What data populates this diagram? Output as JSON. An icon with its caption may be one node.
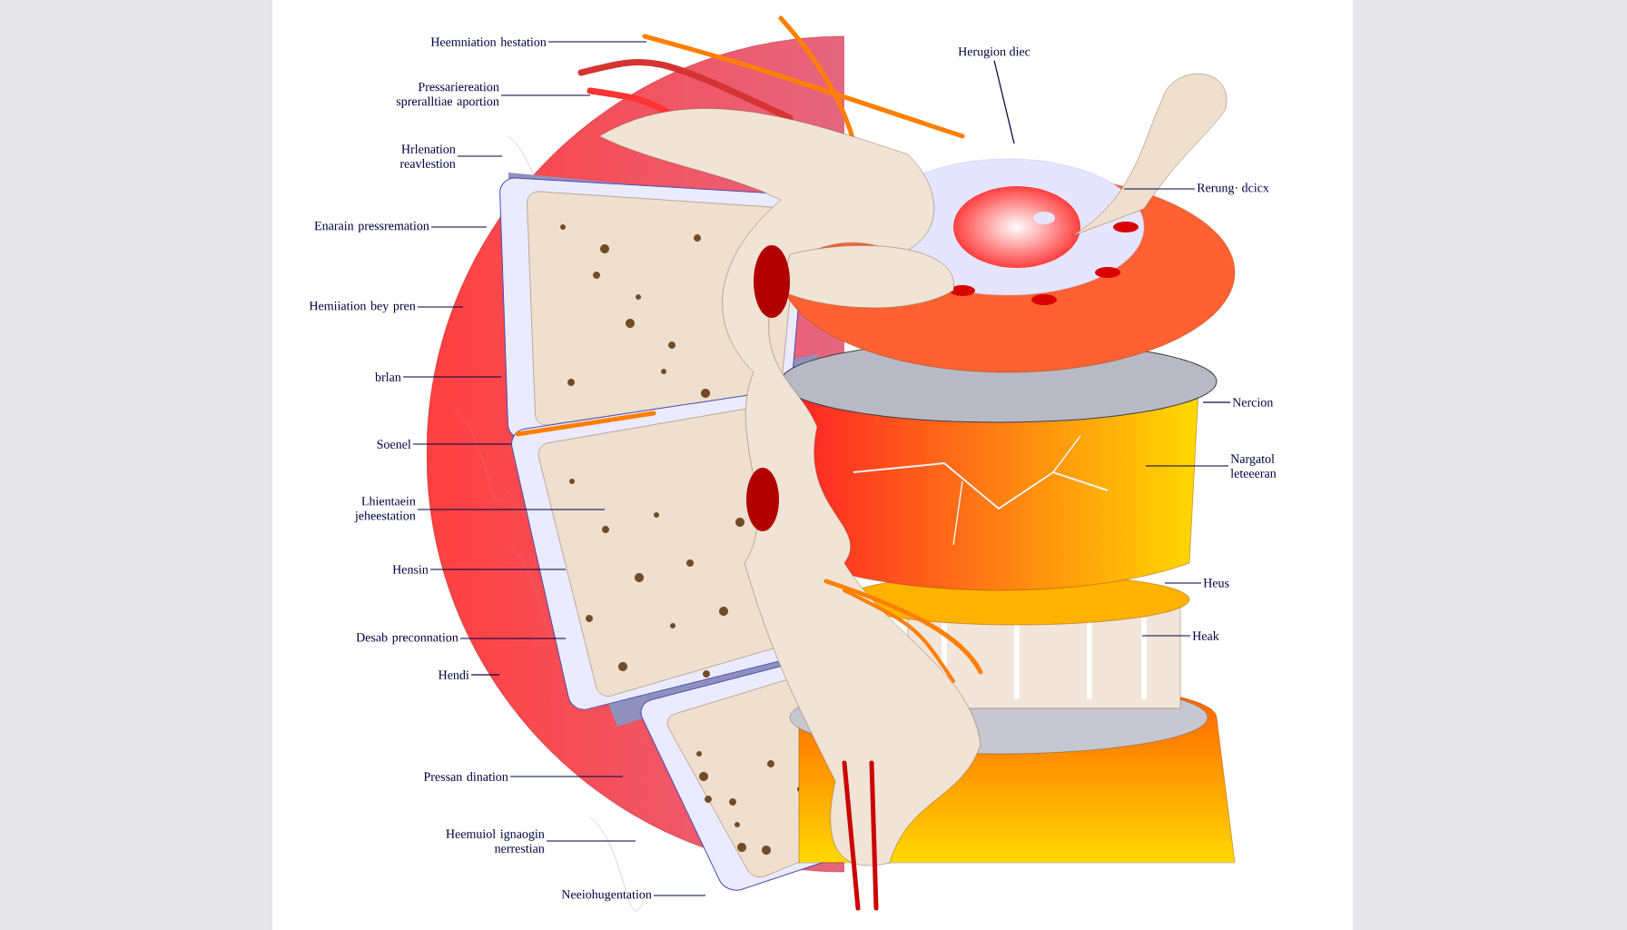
{
  "diagram": {
    "nodes": [
      {
        "text": [
          "Heemniation hestation"
        ]
      },
      {
        "text": [
          "Pressariereation spreralltiae aportion"
        ]
      },
      {
        "text": [
          "Hrlenation reavlestion"
        ]
      },
      {
        "text": [
          "Enarain pressremation"
        ]
      },
      {
        "text": [
          "Hemiiation bey pren"
        ]
      },
      {
        "text": [
          "brlan"
        ]
      },
      {
        "text": [
          "Soenel"
        ]
      },
      {
        "text": [
          "Lhientaein jeheestation"
        ]
      },
      {
        "text": [
          "Hensin"
        ]
      },
      {
        "text": [
          "Desab preconnation"
        ]
      },
      {
        "text": [
          "Hendi"
        ]
      },
      {
        "text": [
          "Pressan dination"
        ]
      },
      {
        "text": [
          "Heemuiol ignaogin nerrestian"
        ]
      },
      {
        "text": [
          "Neeiohugentation"
        ]
      },
      {
        "text": [
          "Herugion diec"
        ]
      },
      {
        "text": [
          "Rerung· dcicx"
        ]
      },
      {
        "text": [
          "Nercion"
        ]
      },
      {
        "text": [
          "Nargatol leteeeran"
        ]
      },
      {
        "text": [
          "Heus"
        ]
      },
      {
        "text": [
          "Heak"
        ]
      }
    ],
    "edges": [
      {
        "from": 0,
        "to": null,
        "arrow": "none"
      },
      {
        "from": 1,
        "to": null,
        "arrow": "none"
      },
      {
        "from": 2,
        "to": null,
        "arrow": "none"
      },
      {
        "from": 3,
        "to": null,
        "arrow": "none"
      },
      {
        "from": 4,
        "to": null,
        "arrow": "none"
      },
      {
        "from": 5,
        "to": null,
        "arrow": "none"
      },
      {
        "from": 6,
        "to": null,
        "arrow": "none"
      },
      {
        "from": 7,
        "to": null,
        "arrow": "none"
      },
      {
        "from": 8,
        "to": null,
        "arrow": "none"
      },
      {
        "from": 9,
        "to": null,
        "arrow": "none"
      },
      {
        "from": 10,
        "to": null,
        "arrow": "none"
      },
      {
        "from": 11,
        "to": null,
        "arrow": "none"
      },
      {
        "from": 12,
        "to": null,
        "arrow": "none"
      },
      {
        "from": 13,
        "to": null,
        "arrow": "none"
      },
      {
        "from": 14,
        "to": null,
        "arrow": "none"
      },
      {
        "from": 15,
        "to": null,
        "arrow": "none"
      },
      {
        "from": 16,
        "to": null,
        "arrow": "none"
      },
      {
        "from": 17,
        "to": null,
        "arrow": "none"
      },
      {
        "from": 18,
        "to": null,
        "arrow": "none"
      },
      {
        "from": 19,
        "to": null,
        "arrow": "none"
      }
    ]
  }
}
